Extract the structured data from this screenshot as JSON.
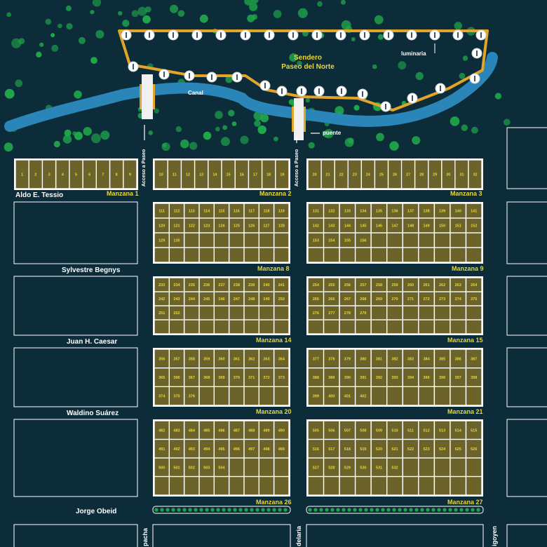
{
  "colors": {
    "background": "#0d2c3a",
    "block_outline": "#ffffff",
    "lot_fill": "#6b6329",
    "lot_number": "#e7d83a",
    "canal": "#2a86b8",
    "trail": "#e2a52a",
    "tree": "#1fa84a",
    "label": "#ffffff"
  },
  "park": {
    "trail_name": "Sendero\nPaseo del Norte",
    "canal_label": "Canal",
    "lamp_label": "luminaria",
    "bridge_label": "puente",
    "access_label": "Acceso a Paseo"
  },
  "streets": {
    "horizontal": [
      "Aldo E. Tessio",
      "Sylvestre Begnys",
      "Juan H. Caesar",
      "Waldino Suárez",
      "Jorge Obeid"
    ],
    "vertical_bottom": [
      "pacha",
      "delaria",
      "igoyen"
    ]
  },
  "blocks": [
    {
      "name": "Manzana 1",
      "first_lot": 1,
      "last_lot": 9
    },
    {
      "name": "Manzana 2",
      "first_lot": 10,
      "last_lot": 19
    },
    {
      "name": "Manzana 3",
      "first_lot": 20,
      "last_lot": 32
    },
    {
      "name": "Manzana 8",
      "lots": [
        111,
        112,
        113,
        114,
        115,
        116,
        117,
        118,
        119,
        120,
        121,
        122,
        123,
        124,
        125,
        126,
        127,
        128,
        129,
        130
      ]
    },
    {
      "name": "Manzana 9",
      "lots": [
        131,
        132,
        133,
        134,
        135,
        136,
        137,
        138,
        139,
        140,
        141,
        142,
        143,
        144,
        145,
        146,
        147,
        148,
        149,
        150,
        151,
        152,
        153,
        154,
        155,
        156
      ]
    },
    {
      "name": "Manzana 14",
      "lots": [
        233,
        234,
        235,
        236,
        237,
        238,
        239,
        240,
        241,
        242,
        243,
        244,
        245,
        246,
        247,
        248,
        249,
        250,
        251,
        252
      ]
    },
    {
      "name": "Manzana 15",
      "lots": [
        254,
        255,
        256,
        257,
        258,
        259,
        260,
        261,
        262,
        263,
        264,
        265,
        266,
        267,
        268,
        269,
        270,
        271,
        272,
        273,
        274,
        275,
        276,
        277,
        278,
        279
      ]
    },
    {
      "name": "Manzana 20",
      "lots": [
        356,
        357,
        358,
        359,
        360,
        361,
        362,
        363,
        364,
        365,
        366,
        367,
        368,
        369,
        370,
        371,
        372,
        373,
        374,
        375,
        376
      ]
    },
    {
      "name": "Manzana 21",
      "lots": [
        377,
        378,
        379,
        380,
        381,
        382,
        383,
        384,
        385,
        386,
        387,
        388,
        389,
        390,
        391,
        392,
        393,
        394,
        395,
        396,
        397,
        398,
        399,
        400,
        401,
        402
      ]
    },
    {
      "name": "Manzana 26",
      "lots": [
        482,
        483,
        484,
        485,
        486,
        487,
        488,
        489,
        490,
        491,
        492,
        493,
        494,
        495,
        496,
        497,
        498,
        499,
        500,
        501,
        502,
        503,
        504
      ]
    },
    {
      "name": "Manzana 27",
      "lots": [
        505,
        506,
        507,
        508,
        509,
        510,
        511,
        512,
        513,
        514,
        515,
        516,
        517,
        518,
        519,
        520,
        521,
        522,
        523,
        524,
        525,
        526,
        527,
        528,
        529,
        530,
        531,
        532
      ]
    }
  ]
}
